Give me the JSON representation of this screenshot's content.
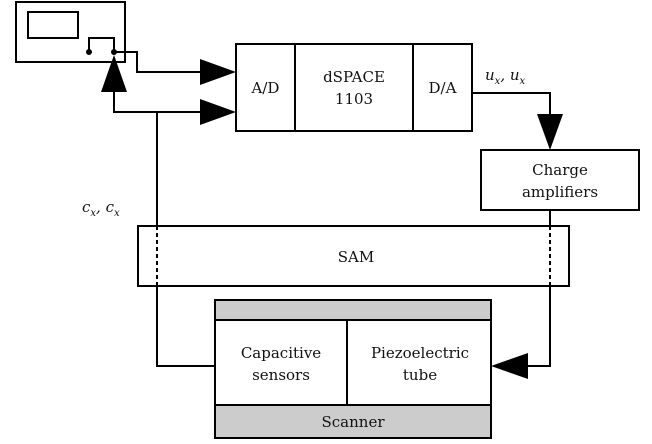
{
  "blocks": {
    "ad": "A/D",
    "dspace_line1": "dSPACE",
    "dspace_line2": "1103",
    "da": "D/A",
    "charge_line1": "Charge",
    "charge_line2": "amplifiers",
    "sam": "SAM",
    "capacitive_line1": "Capacitive",
    "capacitive_line2": "sensors",
    "piezo_line1": "Piezoelectric",
    "piezo_line2": "tube",
    "scanner": "Scanner"
  },
  "signals": {
    "control_output": "u_x, u_x",
    "sensor_output": "c_x, c_x"
  }
}
